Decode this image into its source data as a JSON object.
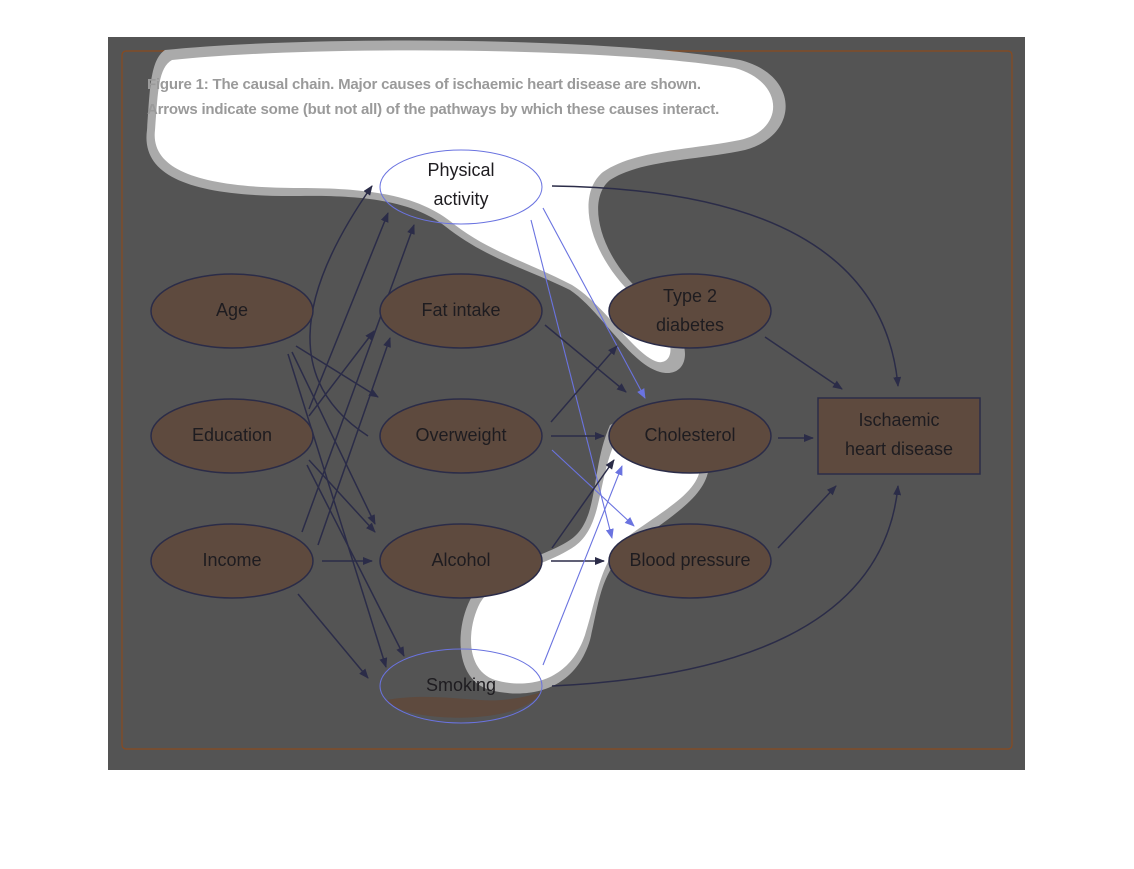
{
  "caption": {
    "line1": "Figure 1: The causal chain. Major causes of ischaemic heart disease are shown.",
    "line2": "Arrows indicate some (but not all) of the pathways by which these causes interact."
  },
  "nodes": {
    "physical_activity": {
      "line1": "Physical",
      "line2": "activity"
    },
    "age": "Age",
    "education": "Education",
    "income": "Income",
    "fat_intake": "Fat intake",
    "overweight": "Overweight",
    "alcohol": "Alcohol",
    "smoking": "Smoking",
    "type2_diabetes": {
      "line1": "Type 2",
      "line2": "diabetes"
    },
    "cholesterol": "Cholesterol",
    "blood_pressure": "Blood pressure",
    "ischaemic_heart_disease": {
      "line1": "Ischaemic",
      "line2": "heart disease"
    }
  },
  "edges": [
    [
      "age",
      "overweight"
    ],
    [
      "age",
      "alcohol"
    ],
    [
      "age",
      "smoking"
    ],
    [
      "education",
      "physical_activity"
    ],
    [
      "education",
      "fat_intake"
    ],
    [
      "education",
      "alcohol"
    ],
    [
      "education",
      "smoking"
    ],
    [
      "income",
      "physical_activity"
    ],
    [
      "income",
      "fat_intake"
    ],
    [
      "income",
      "alcohol"
    ],
    [
      "income",
      "smoking"
    ],
    [
      "overweight",
      "physical_activity"
    ],
    [
      "physical_activity",
      "cholesterol"
    ],
    [
      "physical_activity",
      "blood_pressure"
    ],
    [
      "physical_activity",
      "ischaemic_heart_disease"
    ],
    [
      "fat_intake",
      "cholesterol"
    ],
    [
      "overweight",
      "type2_diabetes"
    ],
    [
      "overweight",
      "cholesterol"
    ],
    [
      "overweight",
      "blood_pressure"
    ],
    [
      "alcohol",
      "cholesterol"
    ],
    [
      "alcohol",
      "blood_pressure"
    ],
    [
      "smoking",
      "cholesterol"
    ],
    [
      "smoking",
      "ischaemic_heart_disease"
    ],
    [
      "type2_diabetes",
      "ischaemic_heart_disease"
    ],
    [
      "cholesterol",
      "ischaemic_heart_disease"
    ],
    [
      "blood_pressure",
      "ischaemic_heart_disease"
    ]
  ],
  "colors": {
    "background": "#545454",
    "frame": "#8a4a1e",
    "node_fill": "#5e4a3e",
    "node_stroke": "#2b2c48",
    "arrow": "#2b2c48",
    "highlight": "#ffffff",
    "highlight_halo": "#aaaaaa",
    "highlight_inner_edge": "#c7a188",
    "highlight_outline": "#6a73e0"
  }
}
